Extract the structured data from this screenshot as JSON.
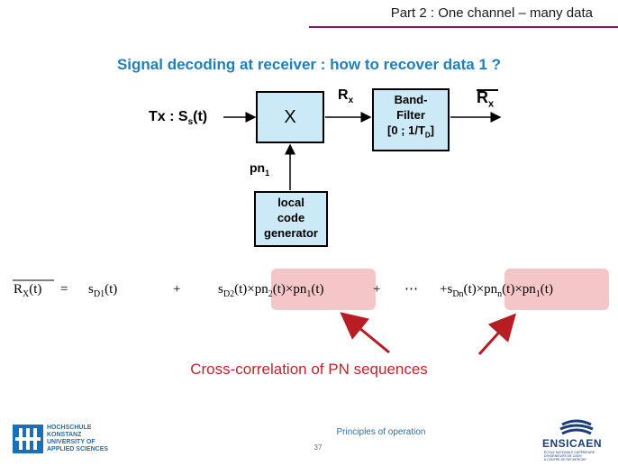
{
  "header": {
    "title": "Part 2 : One channel – many data"
  },
  "slide_title": "Signal decoding at receiver : how to recover data 1 ?",
  "diagram": {
    "tx_label": "Tx : ",
    "tx_signal_base": "S",
    "tx_signal_sub": "s",
    "tx_signal_arg": "(t)",
    "multiplier_symbol": "X",
    "rx_base": "R",
    "rx_sub": "x",
    "filter_lines": [
      "Band-",
      "Filter",
      "[0 ; 1/T"
    ],
    "filter_sub": "D",
    "filter_close": "]",
    "rx_out_base": "R",
    "rx_out_sub": "x",
    "pn_base": "pn",
    "pn_sub": "1",
    "generator_lines": [
      "local",
      "code",
      "generator"
    ]
  },
  "equation": {
    "lhs_base": "R",
    "lhs_sub": "X",
    "lhs_arg": "(t)",
    "equals": "=",
    "t1_base": "s",
    "t1_sub": "D1",
    "t1_arg": "(t)",
    "plus1": "+",
    "t2_base": "s",
    "t2_sub": "D2",
    "t2_arg": "(t)×",
    "t2_pn_a": "pn",
    "t2_pn_a_sub": "2",
    "t2_pn_a_arg": "(t)×",
    "t2_pn_b": "pn",
    "t2_pn_b_sub": "1",
    "t2_pn_b_arg": "(t)",
    "plus2": "+",
    "dots": "⋯",
    "plus3": "+",
    "tn_base": "s",
    "tn_sub": "Dn",
    "tn_arg": "(t)×",
    "tn_pn_a": "pn",
    "tn_pn_a_sub": "n",
    "tn_pn_a_arg": "(t)×",
    "tn_pn_b": "pn",
    "tn_pn_b_sub": "1",
    "tn_pn_b_arg": "(t)"
  },
  "annotation": "Cross-correlation of PN sequences",
  "footer": {
    "center": "Principles of operation",
    "page": "37",
    "left_logo_lines": [
      "HOCHSCHULE",
      "KONSTANZ",
      "UNIVERSITY OF",
      "APPLIED SCIENCES"
    ],
    "right_logo_name": "ENSICAEN",
    "right_logo_sub": [
      "ÉCOLE NATIONALE SUPÉRIEURE D'INGÉNIEURS DE CAEN",
      "& CENTRE DE RECHERCHE"
    ]
  },
  "colors": {
    "title": "#1f7fb8",
    "accent_line": "#8b1a5a",
    "box_fill": "#cce9f7",
    "highlight": "#f4c6c7",
    "annotation": "#c0242b"
  }
}
